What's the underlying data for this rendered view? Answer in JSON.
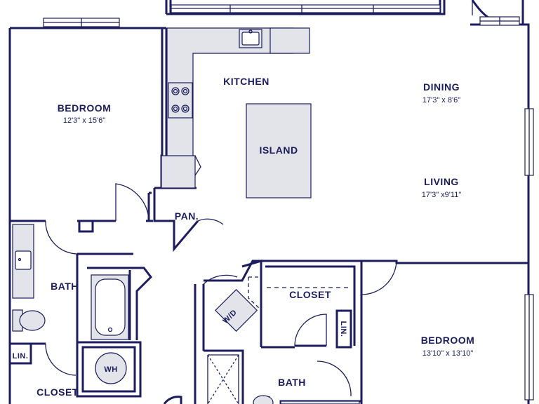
{
  "plan": {
    "rooms": {
      "bedroom_left": {
        "name": "BEDROOM",
        "dims": "12'3\" x 15'6\""
      },
      "kitchen": {
        "name": "KITCHEN"
      },
      "island": {
        "name": "ISLAND"
      },
      "dining": {
        "name": "DINING",
        "dims": "17'3\" x 8'6\""
      },
      "living": {
        "name": "LIVING",
        "dims": "17'3\" x9'11\""
      },
      "pantry": {
        "name": "PAN."
      },
      "bath_left": {
        "name": "BATH"
      },
      "wh": {
        "name": "WH"
      },
      "linen_left": {
        "name": "LIN."
      },
      "closet_left": {
        "name": "CLOSET"
      },
      "wd": {
        "name": "W/D"
      },
      "closet_center": {
        "name": "CLOSET"
      },
      "linen_center": {
        "name": "LIN."
      },
      "bath_center": {
        "name": "BATH"
      },
      "bedroom_right": {
        "name": "BEDROOM",
        "dims": "13'10\" x 13'10\""
      }
    },
    "colors": {
      "wall": "#1c1c5e",
      "fixture": "#e3e4ea",
      "background": "#ffffff"
    }
  }
}
